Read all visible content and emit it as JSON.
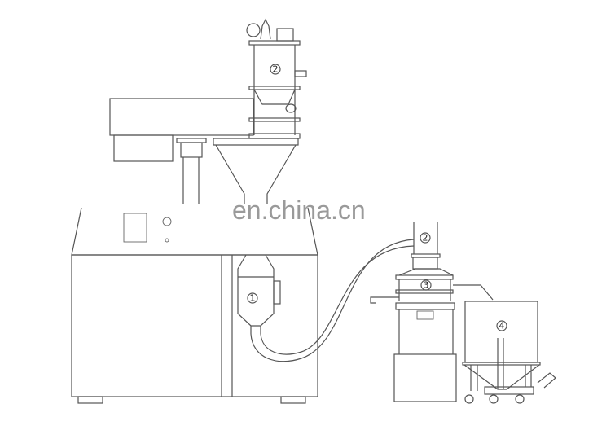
{
  "diagram": {
    "labels": {
      "cyclone": "1",
      "vacuum_loader_top": "2",
      "vacuum_loader_right": "2",
      "sieve": "3",
      "bin": "4"
    },
    "watermark": "en.china.cn",
    "line_color": "#555555"
  }
}
